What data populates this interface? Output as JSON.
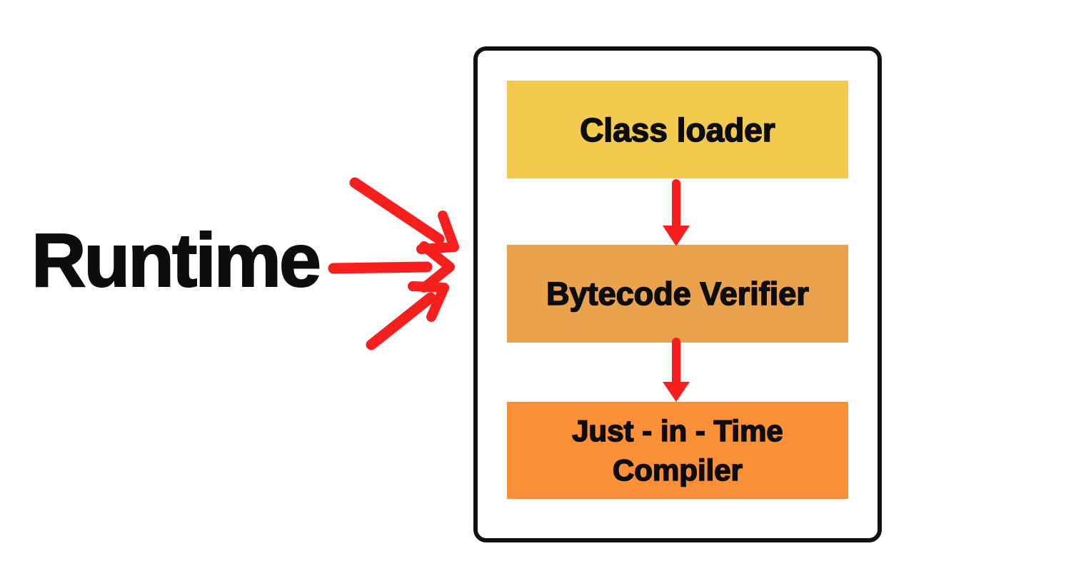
{
  "diagram": {
    "runtime": {
      "label": "Runtime"
    },
    "stages": [
      {
        "id": "class-loader",
        "label": "Class loader",
        "color": "#F2CB4E"
      },
      {
        "id": "bytecode-verifier",
        "label": "Bytecode Verifier",
        "color": "#EAA24F"
      },
      {
        "id": "jit-compiler",
        "label_line1": "Just - in - Time",
        "label_line2": "Compiler",
        "color": "#FB9038"
      }
    ],
    "colors": {
      "arrow_red": "#F8201E",
      "container_border": "#111111",
      "text": "#0D0D0D",
      "background": "#FFFFFF"
    }
  }
}
